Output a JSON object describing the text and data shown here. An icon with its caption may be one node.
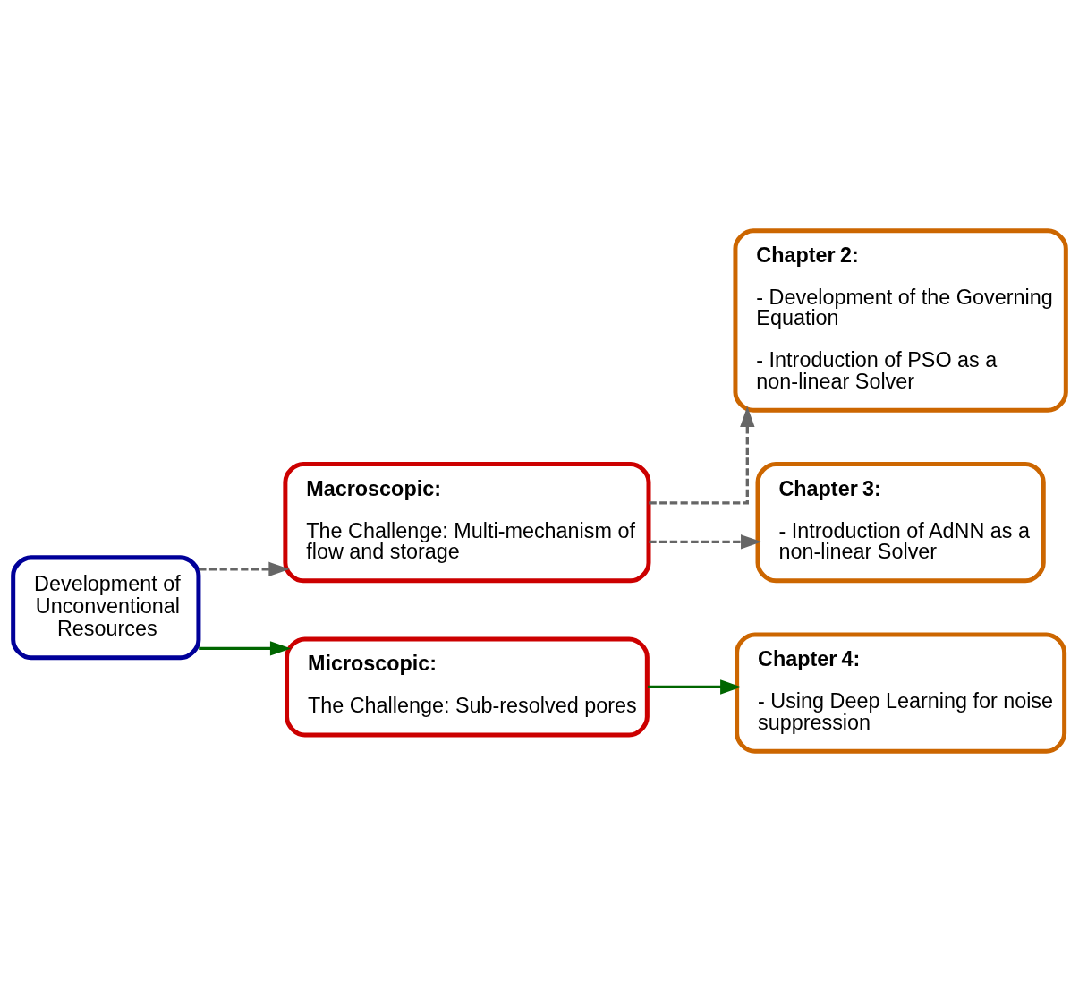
{
  "diagram": {
    "nodes": [
      {
        "text": [
          "Development of Unconventional Resources"
        ]
      },
      {
        "text": [
          "Macroscopic:",
          "The Challenge: Multi-mechanism of flow and storage"
        ]
      },
      {
        "text": [
          "Chapter 2:",
          "- Development of the Governing Equation",
          "- Introduction of PSO as a non-linear Solver"
        ]
      },
      {
        "text": [
          "Chapter 3:",
          "- Introduction of AdNN as a non-linear Solver"
        ]
      },
      {
        "text": [
          "Microscopic:",
          "The Challenge: Sub-resolved pores"
        ]
      },
      {
        "text": [
          "Chapter 4:",
          "- Using Deep Learning for noise suppression"
        ]
      }
    ],
    "edges": [
      {
        "from": 0,
        "to": 1,
        "arrow": "to",
        "style": "dashed"
      },
      {
        "from": 1,
        "to": 2,
        "arrow": "to",
        "style": "dashed"
      },
      {
        "from": 1,
        "to": 3,
        "arrow": "to",
        "style": "dashed"
      },
      {
        "from": 0,
        "to": 4,
        "arrow": "to",
        "color": "#006600"
      },
      {
        "from": 4,
        "to": 5,
        "arrow": "to",
        "color": "#006600"
      }
    ]
  }
}
